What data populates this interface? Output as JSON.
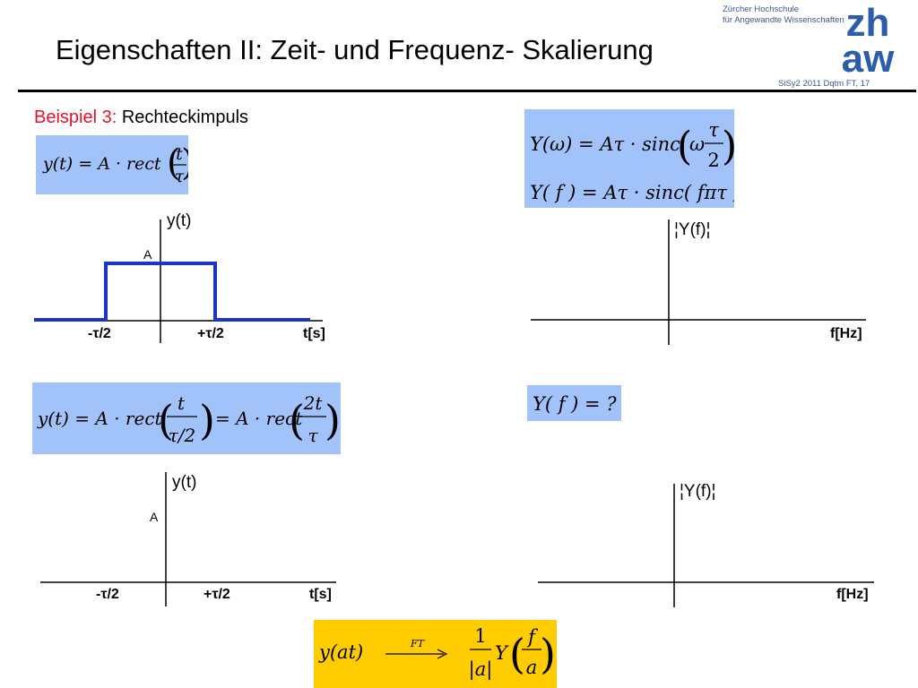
{
  "header": {
    "title": "Eigenschaften II: Zeit- und Frequenz- Skalierung",
    "school_line1": "Zürcher Hochschule",
    "school_line2": "für Angewandte Wissenschaften",
    "logo_top": "zh",
    "logo_bottom": "aw",
    "slide_info": "SiSy2 2011 Dqtm FT, 17"
  },
  "example": {
    "prefix": "Beispiel 3:",
    "name": "Rechteckimpuls"
  },
  "plots": {
    "time1": {
      "ylabel": "y(t)",
      "amp": "A",
      "neg": "-τ/2",
      "pos": "+τ/2",
      "xlabel": "t[s]"
    },
    "freq1": {
      "ylabel": "¦Y(f)¦",
      "xlabel": "f[Hz]"
    },
    "time2": {
      "ylabel": "y(t)",
      "amp": "A",
      "neg": "-τ/2",
      "pos": "+τ/2",
      "xlabel": "t[s]"
    },
    "freq2": {
      "ylabel": "¦Y(f)¦",
      "xlabel": "f[Hz]"
    }
  },
  "formulas": {
    "f1": {
      "lhs": "y(t) = A · rect",
      "num": "t",
      "den": "τ"
    },
    "f2a": {
      "lhs": "Y(ω) = Aτ · sinc",
      "arg": "ω",
      "num": "τ",
      "den": "2"
    },
    "f2b": {
      "text": "Y( f ) = Aτ · sinc( fπτ )"
    },
    "f3": {
      "lhs": "y(t) = A · rect",
      "num1": "t",
      "den1": "τ/2",
      "mid": "= A · rect",
      "num2": "2t",
      "den2": "τ"
    },
    "f4": {
      "text": "Y( f ) = ?"
    },
    "f5": {
      "lhs": "y(at)",
      "arrow": "FT",
      "num": "1",
      "den": "|a|",
      "y": "Y",
      "fnum": "f",
      "fden": "a"
    }
  },
  "colors": {
    "formula_bg": "#a2c3fa",
    "highlight_bg": "#ffcc00",
    "signal": "#1a35c8",
    "accent_red": "#e8102b"
  }
}
